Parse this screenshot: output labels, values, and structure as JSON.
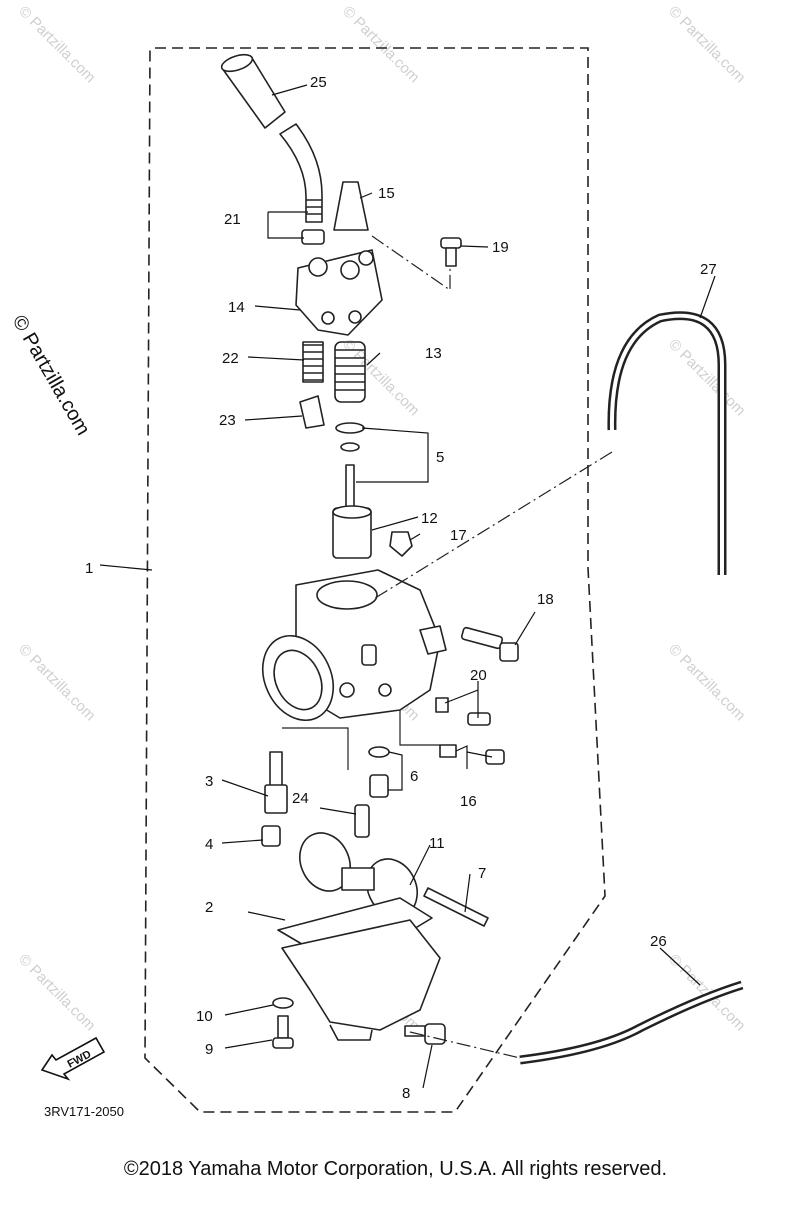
{
  "callouts": [
    "1",
    "2",
    "3",
    "4",
    "5",
    "6",
    "7",
    "8",
    "9",
    "10",
    "11",
    "12",
    "13",
    "14",
    "15",
    "16",
    "17",
    "18",
    "19",
    "20",
    "21",
    "22",
    "23",
    "24",
    "25",
    "26",
    "27"
  ],
  "watermark": "© Partzilla.com",
  "diagram_code": "3RV171-2050",
  "fwd_label": "FWD",
  "copyright": "©2018  Yamaha Motor Corporation, U.S.A. All rights reserved."
}
